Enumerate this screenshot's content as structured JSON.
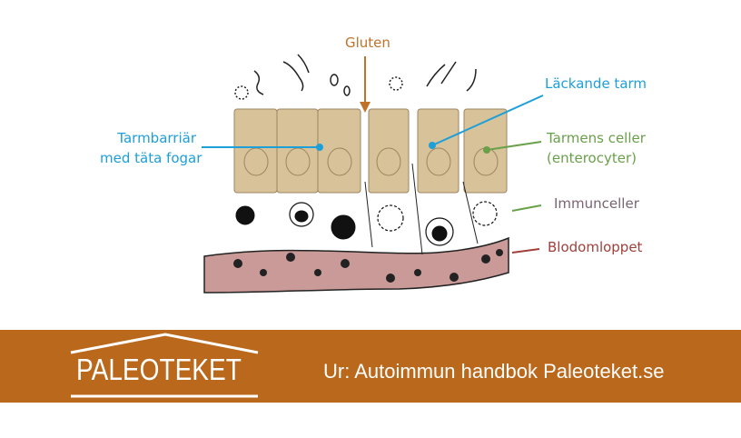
{
  "labels": {
    "gluten": "Gluten",
    "leaky_gut": "Läckande tarm",
    "barrier_line1": "Tarmbarriär",
    "barrier_line2": "med täta fogar",
    "cells_line1": "Tarmens celler",
    "cells_line2": "(enterocyter)",
    "immune": "Immunceller",
    "blood": "Blodomloppet"
  },
  "banner": {
    "logo": "PALEOTEKET",
    "source": "Ur: Autoimmun handbok Paleoteket.se"
  },
  "colors": {
    "banner": "#b9681c",
    "gluten": "#c0722a",
    "blue": "#1e9fd8",
    "green": "#6aa04a",
    "immune": "#7a6470",
    "blood": "#a0403a",
    "cell": "#d8c29a",
    "vessel": "#c99a98"
  }
}
